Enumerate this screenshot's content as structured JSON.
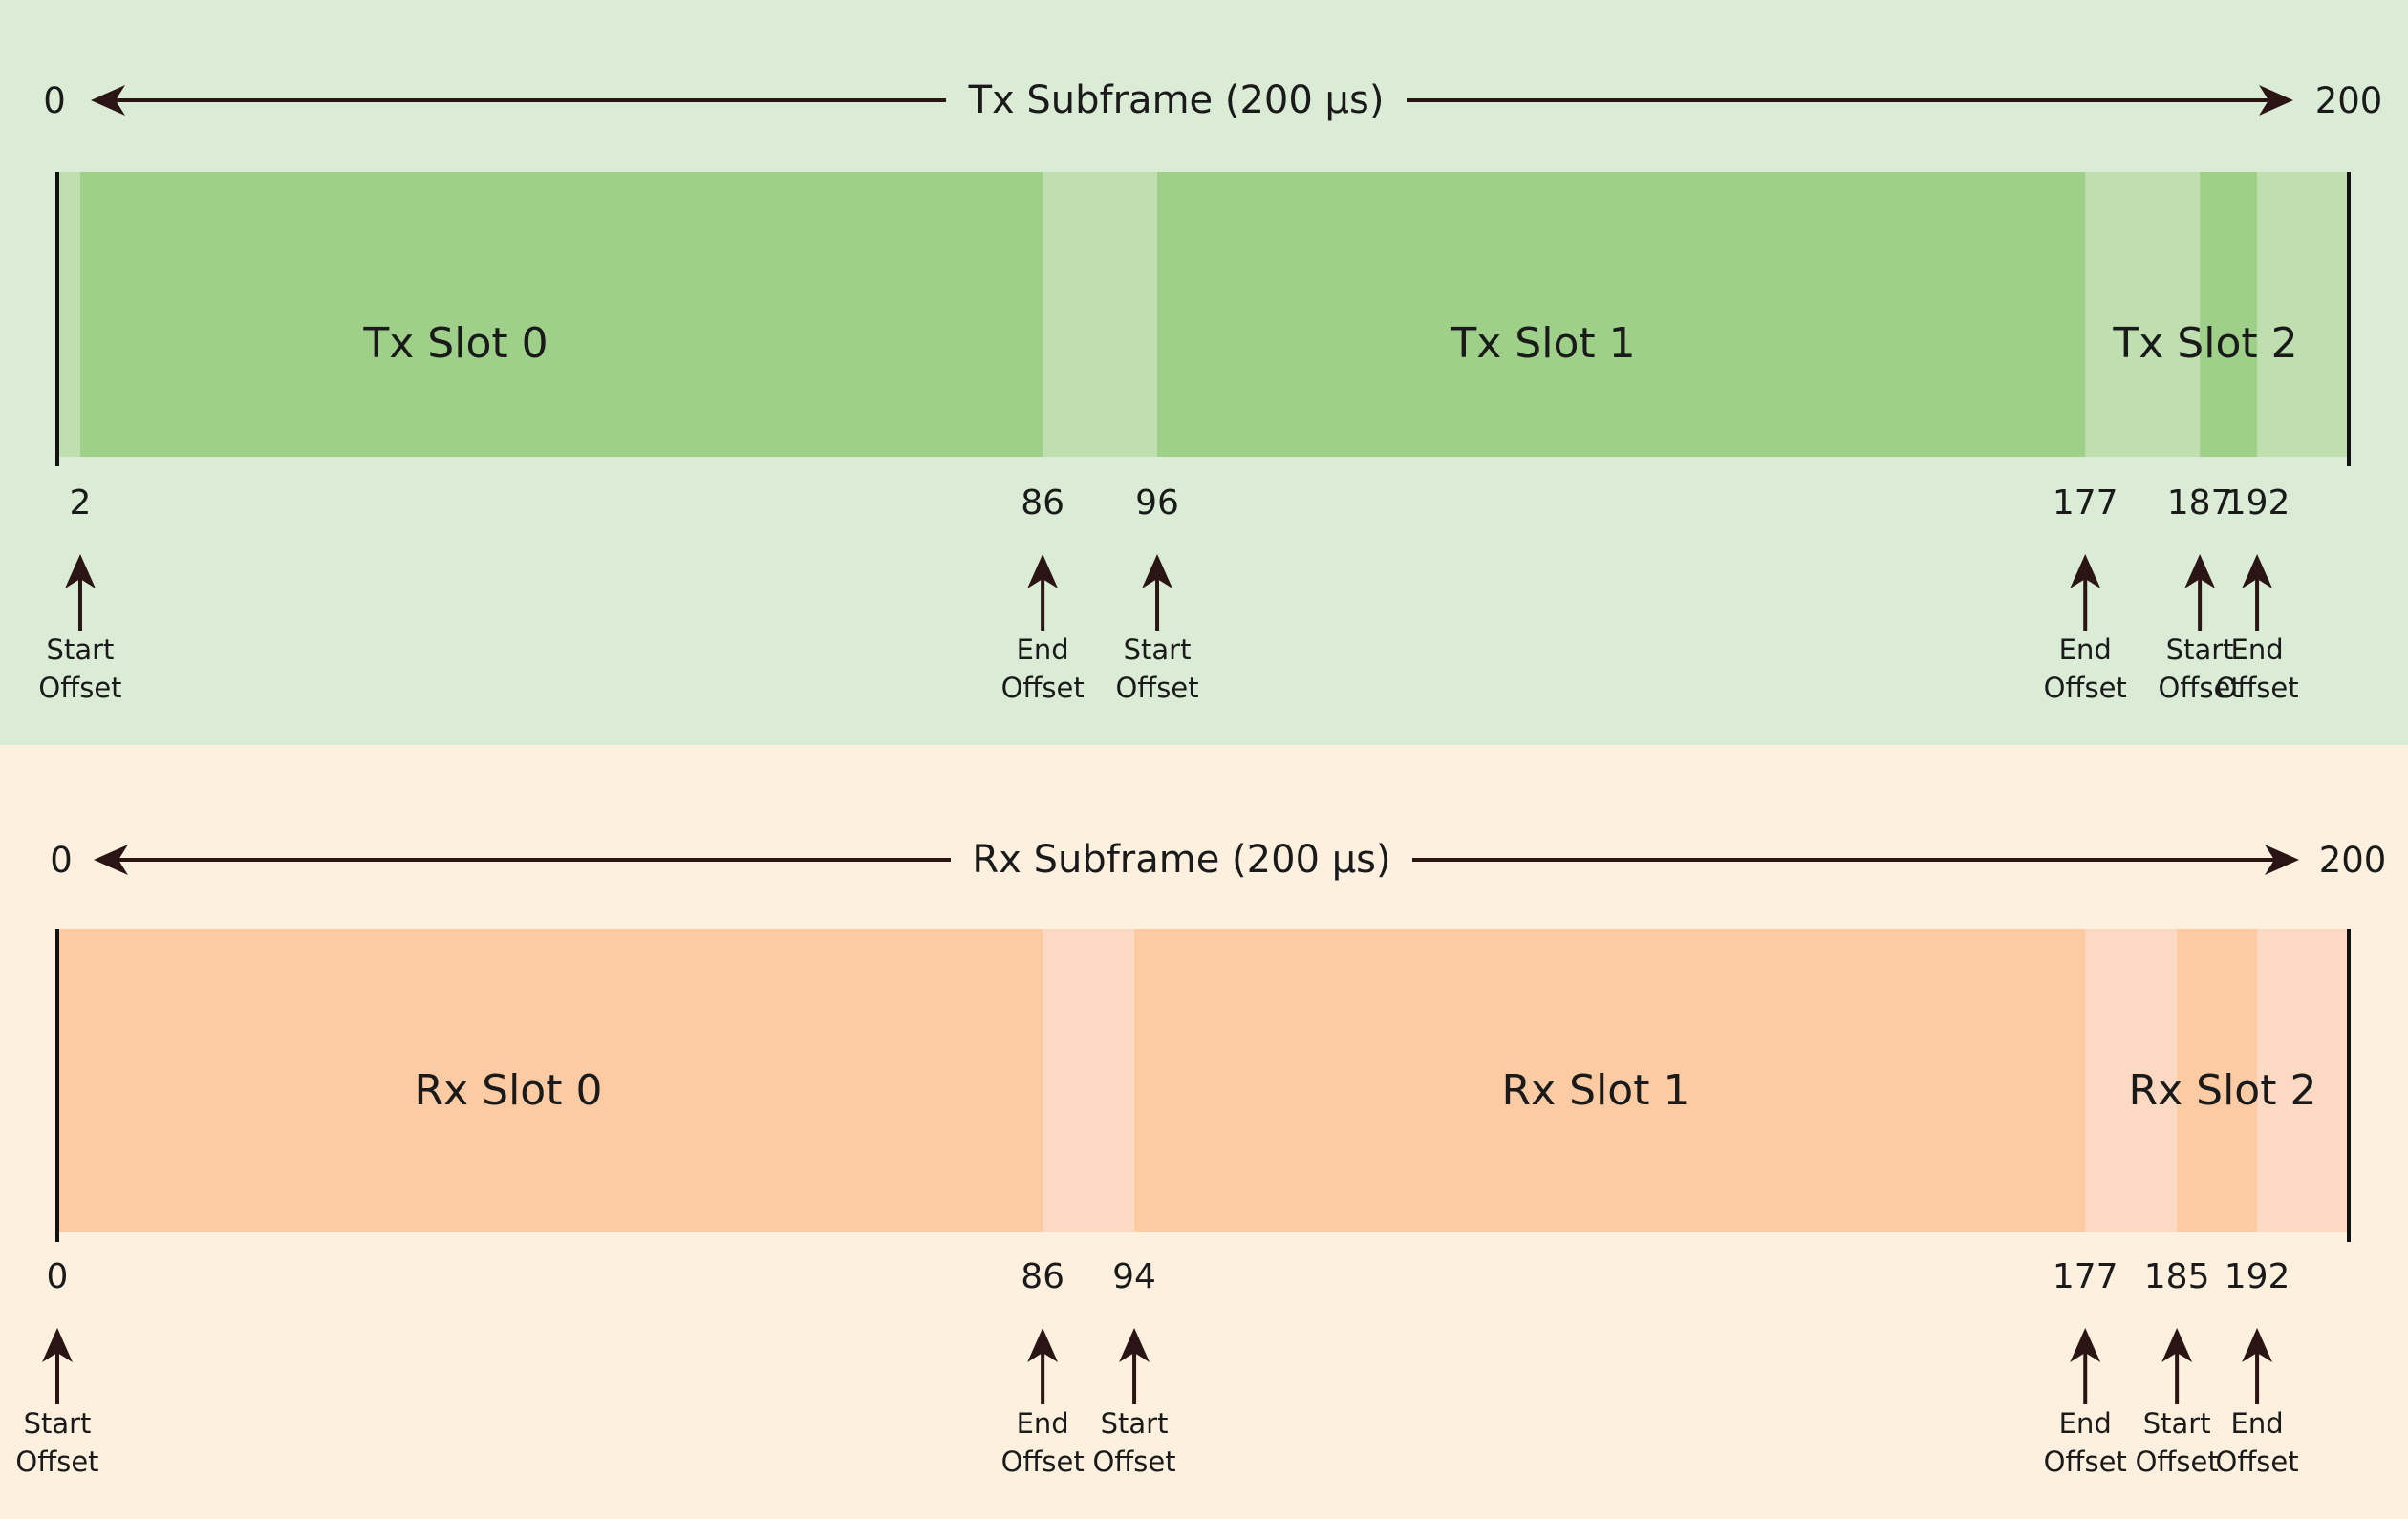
{
  "colors": {
    "arrow": "#2a1414",
    "text": "#1a1a1a"
  },
  "panels": [
    {
      "id": "tx",
      "title": "Tx Subframe (200 µs)",
      "start_label": "0",
      "end_label": "200",
      "range": [
        0,
        200
      ],
      "background": "#daecd6",
      "gap_color": "#bfdfb0",
      "slot_color": "#9ed08a",
      "slots": [
        {
          "label": "Tx Slot 0",
          "start": 2,
          "end": 86
        },
        {
          "label": "Tx Slot 1",
          "start": 96,
          "end": 177
        },
        {
          "label": "Tx Slot 2",
          "start": 187,
          "end": 192
        }
      ],
      "markers": [
        {
          "value": "2",
          "line1": "Start",
          "line2": "Offset"
        },
        {
          "value": "86",
          "line1": "End",
          "line2": "Offset"
        },
        {
          "value": "96",
          "line1": "Start",
          "line2": "Offset"
        },
        {
          "value": "177",
          "line1": "End",
          "line2": "Offset"
        },
        {
          "value": "187",
          "line1": "Start",
          "line2": "Offset"
        },
        {
          "value": "192",
          "line1": "End",
          "line2": "Offset"
        }
      ]
    },
    {
      "id": "rx",
      "title": "Rx Subframe (200 µs)",
      "start_label": "0",
      "end_label": "200",
      "range": [
        0,
        200
      ],
      "background": "#fef0df",
      "gap_color": "#fcd9c2",
      "slot_color": "#fccba3",
      "slots": [
        {
          "label": "Rx Slot 0",
          "start": 0,
          "end": 86
        },
        {
          "label": "Rx Slot 1",
          "start": 94,
          "end": 177
        },
        {
          "label": "Rx Slot 2",
          "start": 185,
          "end": 192
        }
      ],
      "markers": [
        {
          "value": "0",
          "line1": "Start",
          "line2": "Offset"
        },
        {
          "value": "86",
          "line1": "End",
          "line2": "Offset"
        },
        {
          "value": "94",
          "line1": "Start",
          "line2": "Offset"
        },
        {
          "value": "177",
          "line1": "End",
          "line2": "Offset"
        },
        {
          "value": "185",
          "line1": "Start",
          "line2": "Offset"
        },
        {
          "value": "192",
          "line1": "End",
          "line2": "Offset"
        }
      ]
    }
  ]
}
